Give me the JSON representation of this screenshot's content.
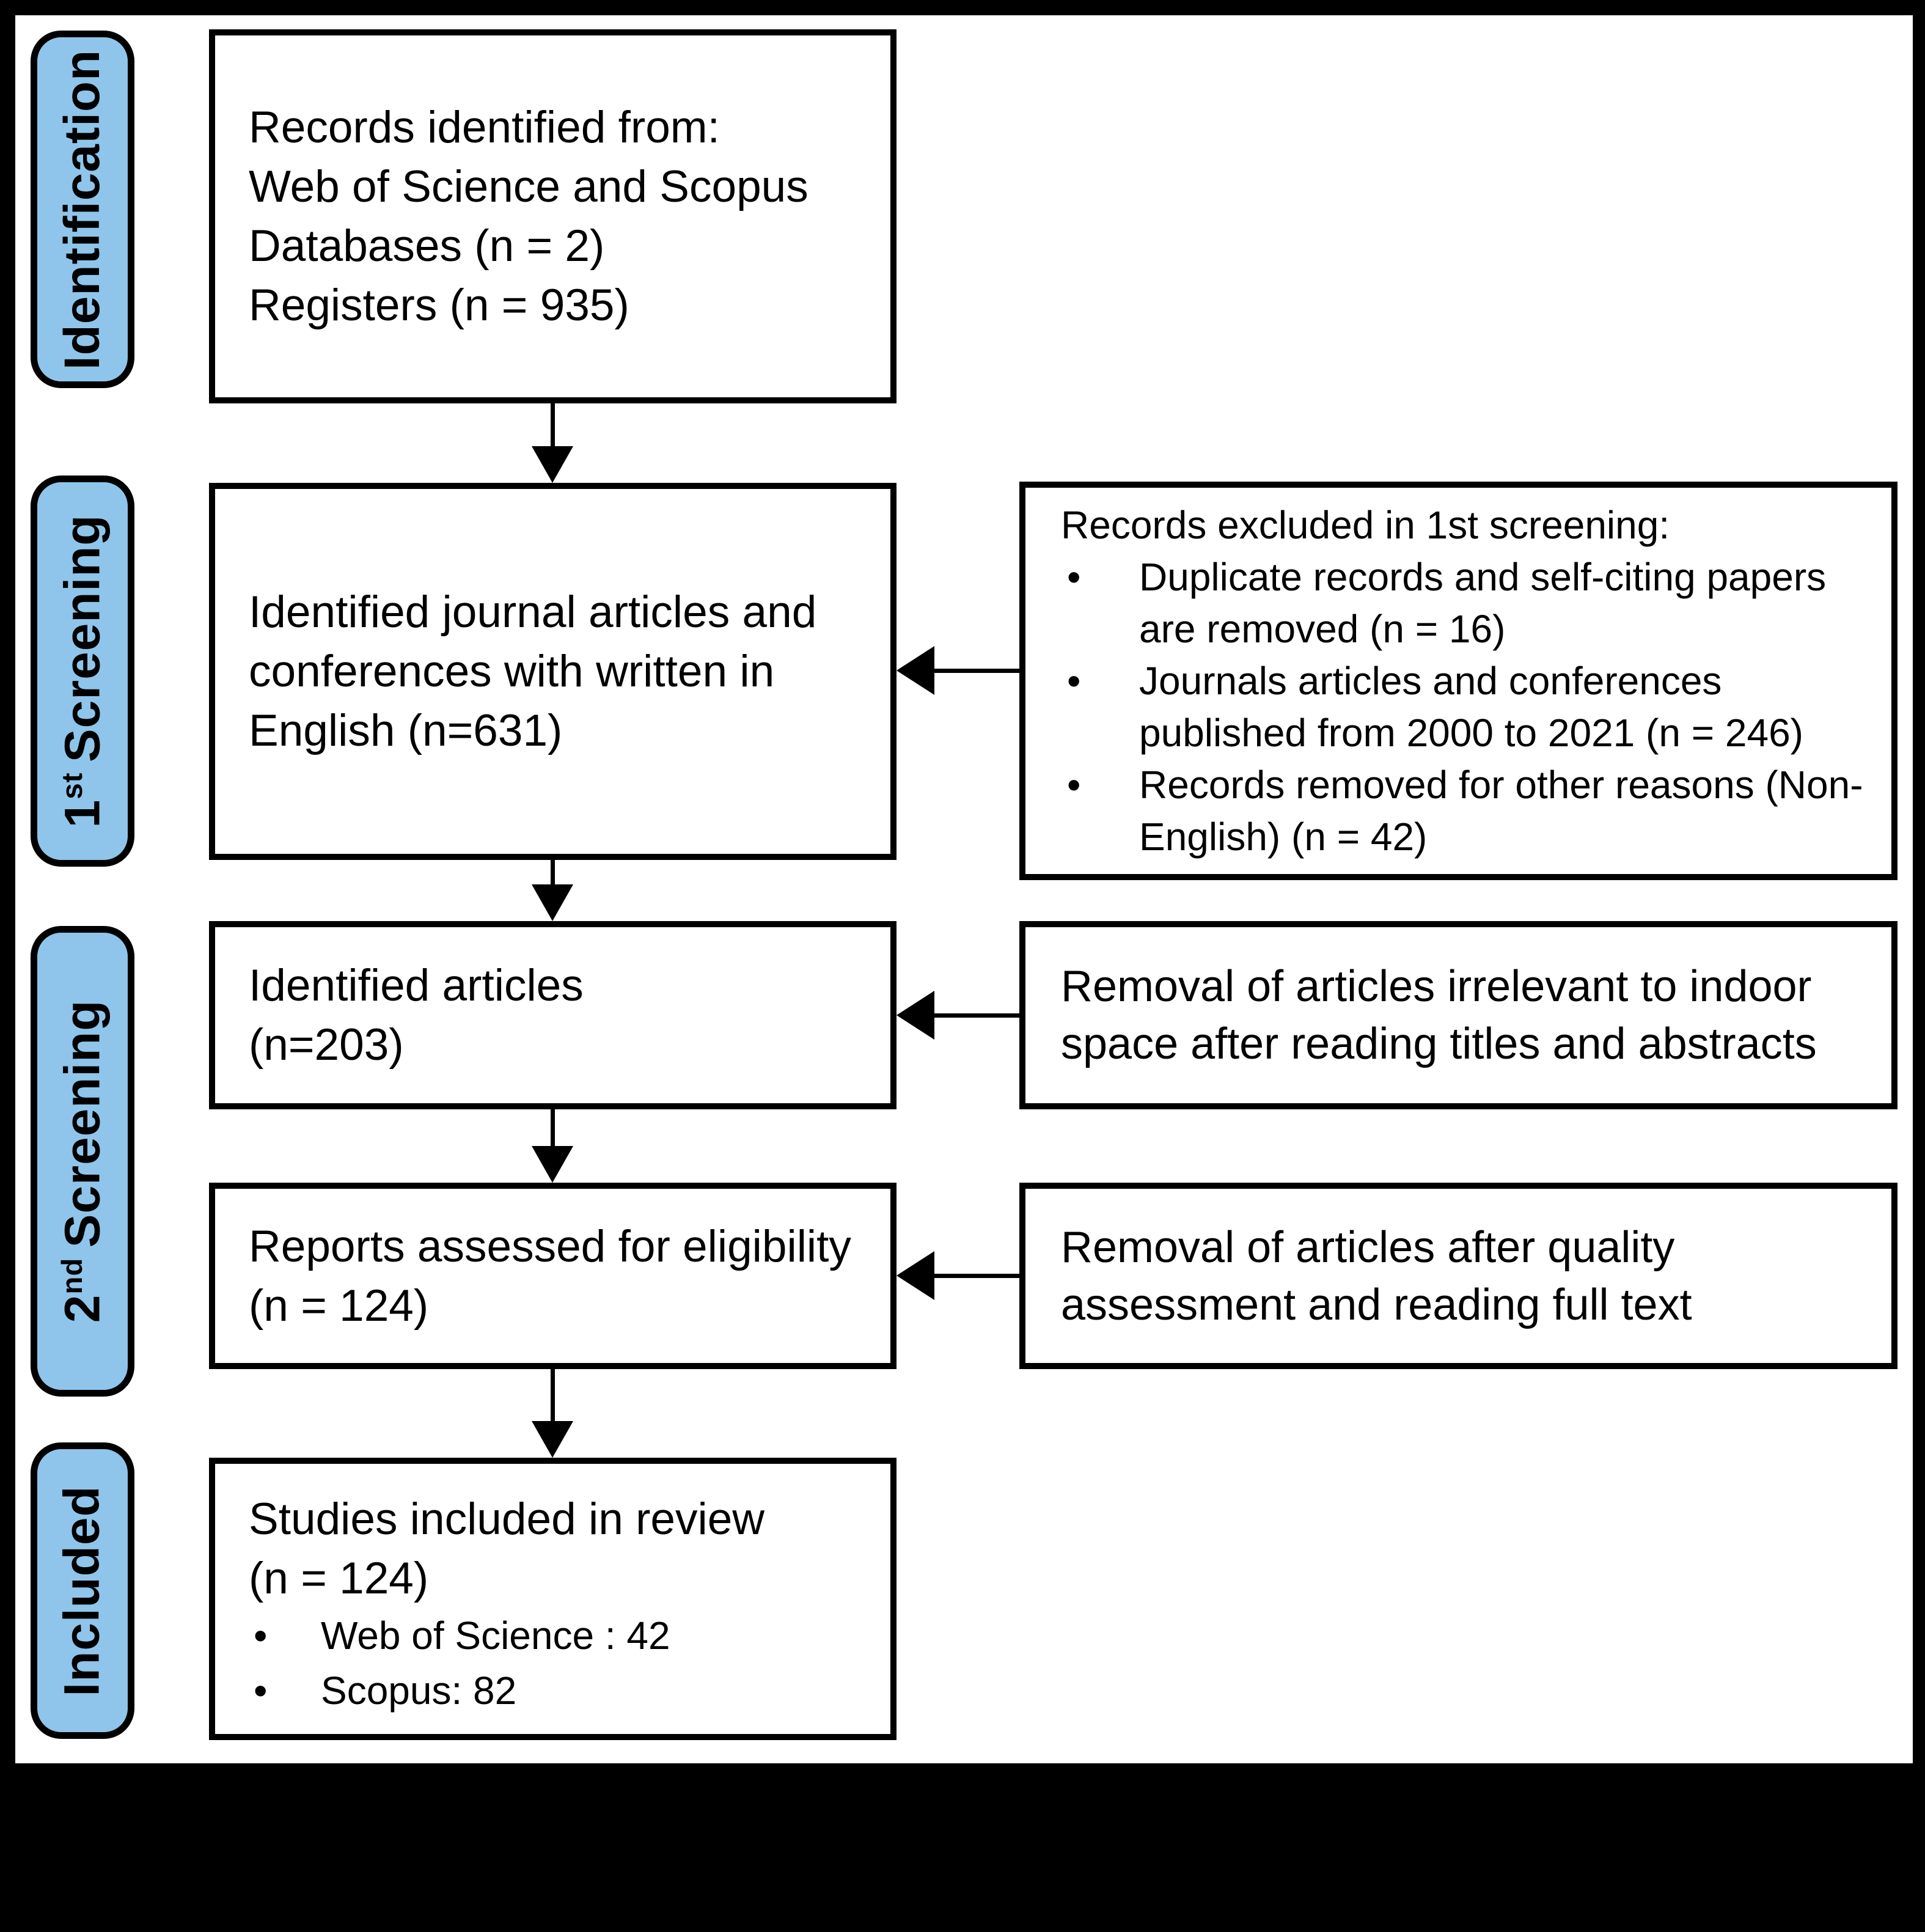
{
  "palette": {
    "page_background": "#000000",
    "canvas_background": "#ffffff",
    "stage_label_fill": "#8fc5ea",
    "ink": "#000000"
  },
  "glyphs": {
    "bullet": "•"
  },
  "sidebar": {
    "identification": "Identification",
    "first_screening": {
      "num": "1",
      "sup": "st",
      "word": "Screening"
    },
    "second_screening": {
      "num": "2",
      "sup": "nd",
      "word": "Screening"
    },
    "included": "Included"
  },
  "main_flow": {
    "records_identified": {
      "lines": [
        "Records identified from:",
        "Web of Science and Scopus",
        "Databases (n = 2)",
        "Registers (n = 935)"
      ]
    },
    "first_screening_result": {
      "lines": [
        "Identified journal articles and",
        "conferences with written in",
        "English (n=631)"
      ]
    },
    "identified_articles": {
      "lines": [
        "Identified articles",
        "(n=203)"
      ]
    },
    "reports_assessed": {
      "lines": [
        "Reports assessed for eligibility",
        "(n = 124)"
      ]
    },
    "studies_included": {
      "lines": [
        "Studies included in review",
        "(n = 124)"
      ],
      "bullets": [
        "Web of Science : 42",
        "Scopus: 82"
      ]
    }
  },
  "exclusions": {
    "first_screening_excluded": {
      "title": "Records excluded in 1st screening:",
      "bullets": [
        "Duplicate records and self-citing papers are removed (n = 16)",
        "Journals articles and conferences published from 2000 to 2021 (n = 246)",
        "Records removed for other reasons (Non-English) (n = 42)"
      ]
    },
    "irrelevant_to_indoor": {
      "lines": [
        "Removal of articles irrelevant to indoor",
        "space after reading titles and abstracts"
      ]
    },
    "quality_assessment": {
      "lines": [
        "Removal of articles after quality",
        "assessment and reading full text"
      ]
    }
  }
}
